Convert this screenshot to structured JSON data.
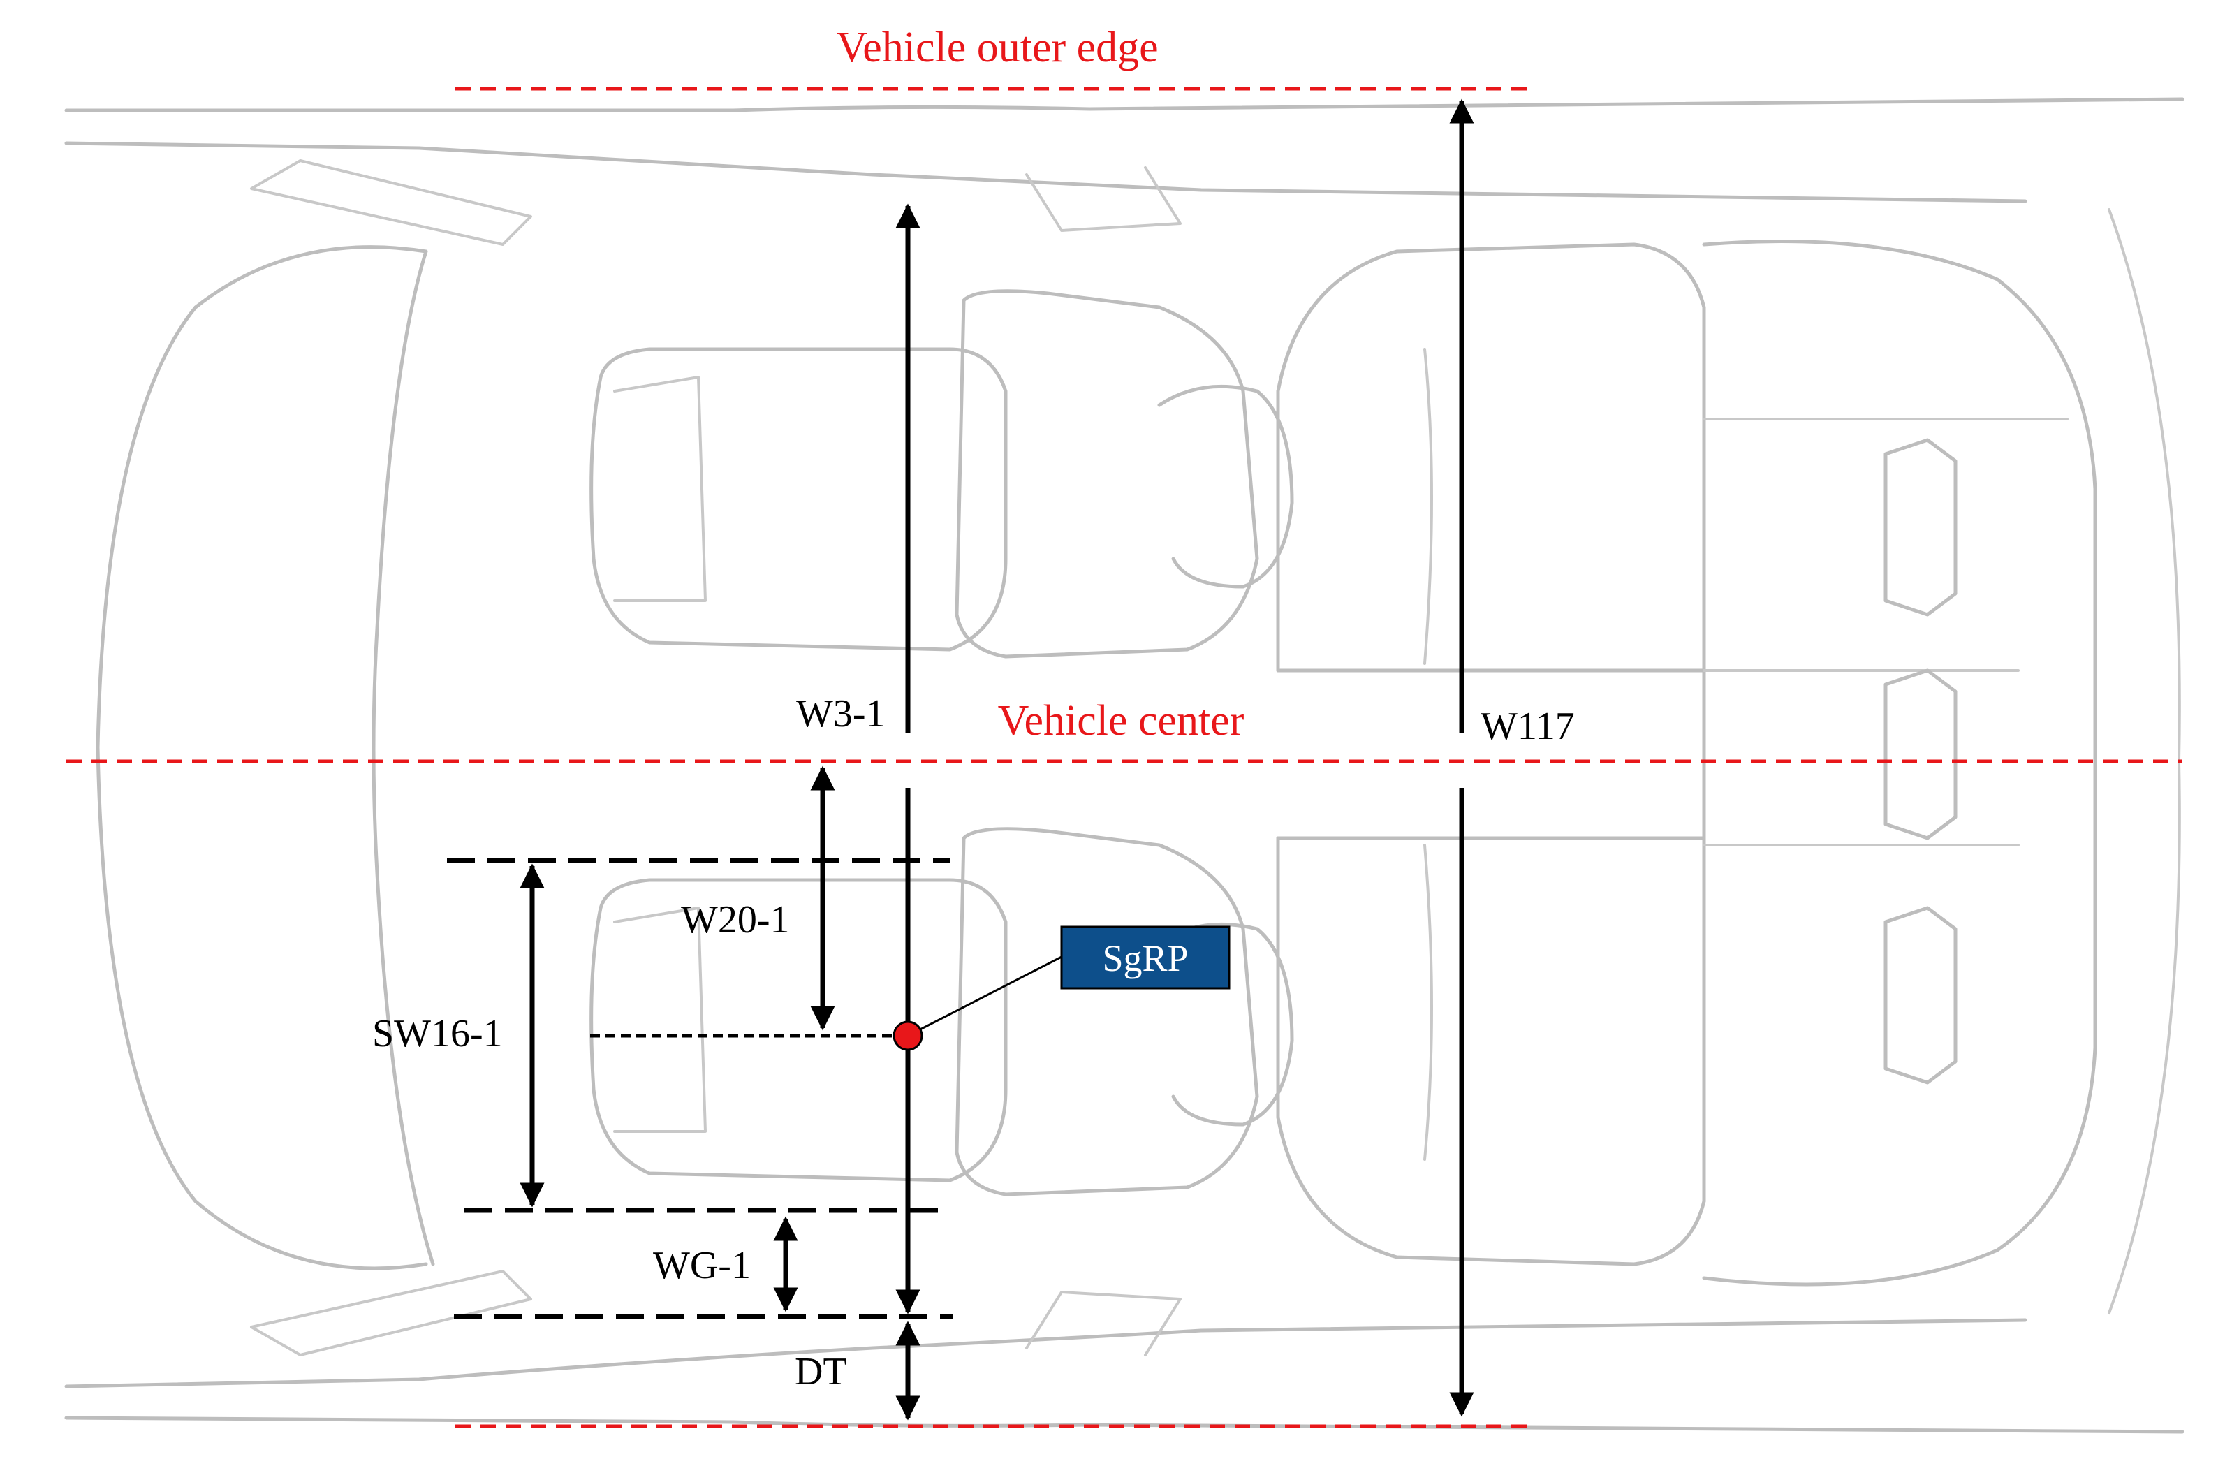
{
  "labels": {
    "vehicle_outer_edge": "Vehicle outer edge",
    "vehicle_center": "Vehicle center",
    "w3_1": "W3-1",
    "w117": "W117",
    "w20_1": "W20-1",
    "sw16_1": "SW16-1",
    "wg_1": "WG-1",
    "dt": "DT",
    "sgrp": "SgRP"
  },
  "colors": {
    "reference_lines": "#e8171a",
    "dimensions": "#000000",
    "sgrp_box": "#0d4f8b",
    "sgrp_point": "#e8171a",
    "vehicle_outline": "#bdbdbd"
  }
}
